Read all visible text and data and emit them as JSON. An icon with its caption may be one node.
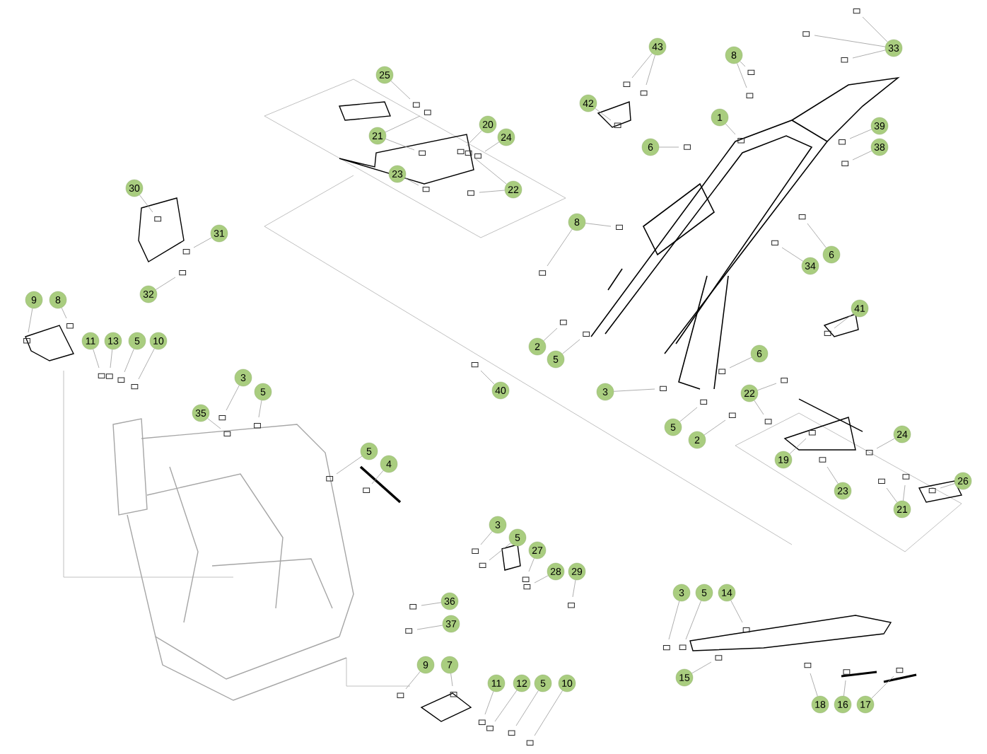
{
  "diagram": {
    "nodes": [
      {
        "text": [
          "25"
        ]
      },
      {
        "text": [
          "21"
        ]
      },
      {
        "text": [
          "20"
        ]
      },
      {
        "text": [
          "24"
        ]
      },
      {
        "text": [
          "23"
        ]
      },
      {
        "text": [
          "22"
        ]
      },
      {
        "text": [
          "43"
        ]
      },
      {
        "text": [
          "8"
        ]
      },
      {
        "text": [
          "42"
        ]
      },
      {
        "text": [
          "1"
        ]
      },
      {
        "text": [
          "6"
        ]
      },
      {
        "text": [
          "33"
        ]
      },
      {
        "text": [
          "39"
        ]
      },
      {
        "text": [
          "38"
        ]
      },
      {
        "text": [
          "8"
        ]
      },
      {
        "text": [
          "34"
        ]
      },
      {
        "text": [
          "6"
        ]
      },
      {
        "text": [
          "41"
        ]
      },
      {
        "text": [
          "30"
        ]
      },
      {
        "text": [
          "31"
        ]
      },
      {
        "text": [
          "32"
        ]
      },
      {
        "text": [
          "9"
        ]
      },
      {
        "text": [
          "8"
        ]
      },
      {
        "text": [
          "11"
        ]
      },
      {
        "text": [
          "13"
        ]
      },
      {
        "text": [
          "5"
        ]
      },
      {
        "text": [
          "10"
        ]
      },
      {
        "text": [
          "2"
        ]
      },
      {
        "text": [
          "5"
        ]
      },
      {
        "text": [
          "6"
        ]
      },
      {
        "text": [
          "3"
        ]
      },
      {
        "text": [
          "5"
        ]
      },
      {
        "text": [
          "35"
        ]
      },
      {
        "text": [
          "40"
        ]
      },
      {
        "text": [
          "3"
        ]
      },
      {
        "text": [
          "22"
        ]
      },
      {
        "text": [
          "5"
        ]
      },
      {
        "text": [
          "2"
        ]
      },
      {
        "text": [
          "19"
        ]
      },
      {
        "text": [
          "24"
        ]
      },
      {
        "text": [
          "23"
        ]
      },
      {
        "text": [
          "21"
        ]
      },
      {
        "text": [
          "26"
        ]
      },
      {
        "text": [
          "5"
        ]
      },
      {
        "text": [
          "4"
        ]
      },
      {
        "text": [
          "3"
        ]
      },
      {
        "text": [
          "5"
        ]
      },
      {
        "text": [
          "27"
        ]
      },
      {
        "text": [
          "28"
        ]
      },
      {
        "text": [
          "29"
        ]
      },
      {
        "text": [
          "36"
        ]
      },
      {
        "text": [
          "37"
        ]
      },
      {
        "text": [
          "9"
        ]
      },
      {
        "text": [
          "7"
        ]
      },
      {
        "text": [
          "11"
        ]
      },
      {
        "text": [
          "12"
        ]
      },
      {
        "text": [
          "5"
        ]
      },
      {
        "text": [
          "10"
        ]
      },
      {
        "text": [
          "3"
        ]
      },
      {
        "text": [
          "5"
        ]
      },
      {
        "text": [
          "14"
        ]
      },
      {
        "text": [
          "15"
        ]
      },
      {
        "text": [
          "18"
        ]
      },
      {
        "text": [
          "16"
        ]
      },
      {
        "text": [
          "17"
        ]
      }
    ],
    "edges": [
      {
        "from": 0,
        "to": null,
        "arrow": "none"
      },
      {
        "from": 1,
        "to": null,
        "arrow": "none"
      },
      {
        "from": 1,
        "to": null,
        "arrow": "none"
      },
      {
        "from": 2,
        "to": null,
        "arrow": "none"
      },
      {
        "from": 3,
        "to": null,
        "arrow": "none"
      },
      {
        "from": 4,
        "to": null,
        "arrow": "none"
      },
      {
        "from": 5,
        "to": null,
        "arrow": "none"
      },
      {
        "from": 5,
        "to": null,
        "arrow": "none"
      },
      {
        "from": 6,
        "to": null,
        "arrow": "none"
      },
      {
        "from": 6,
        "to": null,
        "arrow": "none"
      },
      {
        "from": 7,
        "to": null,
        "arrow": "none"
      },
      {
        "from": 7,
        "to": null,
        "arrow": "none"
      },
      {
        "from": 8,
        "to": null,
        "arrow": "none"
      },
      {
        "from": 9,
        "to": null,
        "arrow": "none"
      },
      {
        "from": 10,
        "to": null,
        "arrow": "none"
      },
      {
        "from": 11,
        "to": null,
        "arrow": "none"
      },
      {
        "from": 11,
        "to": null,
        "arrow": "none"
      },
      {
        "from": 11,
        "to": null,
        "arrow": "none"
      },
      {
        "from": 12,
        "to": null,
        "arrow": "none"
      },
      {
        "from": 13,
        "to": null,
        "arrow": "none"
      },
      {
        "from": 14,
        "to": null,
        "arrow": "none"
      },
      {
        "from": 14,
        "to": null,
        "arrow": "none"
      },
      {
        "from": 15,
        "to": null,
        "arrow": "none"
      },
      {
        "from": 16,
        "to": null,
        "arrow": "none"
      },
      {
        "from": 17,
        "to": null,
        "arrow": "none"
      },
      {
        "from": 18,
        "to": null,
        "arrow": "none"
      },
      {
        "from": 19,
        "to": null,
        "arrow": "none"
      },
      {
        "from": 20,
        "to": null,
        "arrow": "none"
      },
      {
        "from": 21,
        "to": null,
        "arrow": "none"
      },
      {
        "from": 22,
        "to": null,
        "arrow": "none"
      },
      {
        "from": 23,
        "to": null,
        "arrow": "none"
      },
      {
        "from": 24,
        "to": null,
        "arrow": "none"
      },
      {
        "from": 25,
        "to": null,
        "arrow": "none"
      },
      {
        "from": 26,
        "to": null,
        "arrow": "none"
      },
      {
        "from": 27,
        "to": null,
        "arrow": "none"
      },
      {
        "from": 28,
        "to": null,
        "arrow": "none"
      },
      {
        "from": 29,
        "to": null,
        "arrow": "none"
      },
      {
        "from": 30,
        "to": null,
        "arrow": "none"
      },
      {
        "from": 31,
        "to": null,
        "arrow": "none"
      },
      {
        "from": 32,
        "to": null,
        "arrow": "none"
      },
      {
        "from": 33,
        "to": null,
        "arrow": "none"
      },
      {
        "from": 34,
        "to": null,
        "arrow": "none"
      },
      {
        "from": 35,
        "to": null,
        "arrow": "none"
      },
      {
        "from": 35,
        "to": null,
        "arrow": "none"
      },
      {
        "from": 36,
        "to": null,
        "arrow": "none"
      },
      {
        "from": 37,
        "to": null,
        "arrow": "none"
      },
      {
        "from": 38,
        "to": null,
        "arrow": "none"
      },
      {
        "from": 39,
        "to": null,
        "arrow": "none"
      },
      {
        "from": 40,
        "to": null,
        "arrow": "none"
      },
      {
        "from": 41,
        "to": null,
        "arrow": "none"
      },
      {
        "from": 41,
        "to": null,
        "arrow": "none"
      },
      {
        "from": 42,
        "to": null,
        "arrow": "none"
      },
      {
        "from": 43,
        "to": null,
        "arrow": "none"
      },
      {
        "from": 44,
        "to": null,
        "arrow": "none"
      },
      {
        "from": 45,
        "to": null,
        "arrow": "none"
      },
      {
        "from": 46,
        "to": null,
        "arrow": "none"
      },
      {
        "from": 47,
        "to": null,
        "arrow": "none"
      },
      {
        "from": 48,
        "to": null,
        "arrow": "none"
      },
      {
        "from": 49,
        "to": null,
        "arrow": "none"
      },
      {
        "from": 50,
        "to": null,
        "arrow": "none"
      },
      {
        "from": 51,
        "to": null,
        "arrow": "none"
      },
      {
        "from": 52,
        "to": null,
        "arrow": "none"
      },
      {
        "from": 53,
        "to": null,
        "arrow": "none"
      },
      {
        "from": 54,
        "to": null,
        "arrow": "none"
      },
      {
        "from": 55,
        "to": null,
        "arrow": "none"
      },
      {
        "from": 56,
        "to": null,
        "arrow": "none"
      },
      {
        "from": 57,
        "to": null,
        "arrow": "none"
      },
      {
        "from": 58,
        "to": null,
        "arrow": "none"
      },
      {
        "from": 59,
        "to": null,
        "arrow": "none"
      },
      {
        "from": 60,
        "to": null,
        "arrow": "none"
      },
      {
        "from": 61,
        "to": null,
        "arrow": "none"
      },
      {
        "from": 62,
        "to": null,
        "arrow": "none"
      },
      {
        "from": 63,
        "to": null,
        "arrow": "none"
      },
      {
        "from": 64,
        "to": null,
        "arrow": "none"
      }
    ]
  }
}
